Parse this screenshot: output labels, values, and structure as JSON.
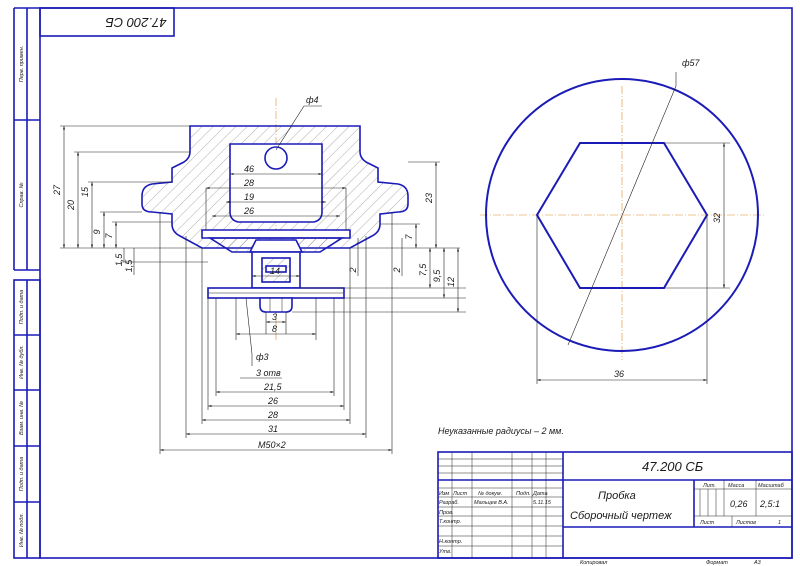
{
  "stamp_code": "47.200 СБ",
  "side_top": "Перв. примен.",
  "side_mid": "Справ. №",
  "side_labels": [
    "Подп. и дата",
    "Инв. № дубл.",
    "Взам. инв. №",
    "Подп. и дата",
    "Инв. № подл."
  ],
  "note": "Неуказанные радиусы – 2 мм.",
  "dims_left": {
    "h27": "27",
    "h20": "20",
    "h15": "15",
    "h9": "9",
    "h7": "7",
    "h15a": "1,5",
    "h15b": "1,5"
  },
  "dims_right": {
    "h23": "23",
    "h7": "7",
    "h2a": "2",
    "h2b": "2",
    "h75": "7,5",
    "h95": "9,5",
    "h12": "12"
  },
  "dims_inner": {
    "d4": "ф4",
    "w46": "46",
    "w28": "28",
    "w19": "19",
    "w26": "26",
    "w14": "14",
    "w3": "3",
    "w8": "8",
    "d3": "ф3",
    "holes": "3 отв"
  },
  "dims_bottom": [
    "21,5",
    "26",
    "28",
    "31",
    "М50×2"
  ],
  "top_view": {
    "d57": "ф57",
    "w36": "36",
    "h32": "32"
  },
  "title_block": {
    "code": "47.200 СБ",
    "name_line1": "Пробка",
    "name_line2": "Сборочный чертеж",
    "col_headers": [
      "Изм",
      "Лист",
      "№ докум.",
      "Подп.",
      "Дата"
    ],
    "rows": [
      {
        "role": "Разраб.",
        "person": "Мальцев В.А.",
        "date": "5.11.15"
      },
      {
        "role": "Пров.",
        "person": "",
        "date": ""
      },
      {
        "role": "Т.контр.",
        "person": "",
        "date": ""
      },
      {
        "role": "",
        "person": "",
        "date": ""
      },
      {
        "role": "Н.контр.",
        "person": "",
        "date": ""
      },
      {
        "role": "Утв.",
        "person": "",
        "date": ""
      }
    ],
    "lit": "Лит.",
    "mass": "Масса",
    "scale": "Масштаб",
    "mass_val": "0,26",
    "scale_val": "2,5:1",
    "sheet": "Лист",
    "sheets": "Листов",
    "sheets_val": "1",
    "copied": "Копировал",
    "format": "Формат",
    "format_val": "А3"
  }
}
